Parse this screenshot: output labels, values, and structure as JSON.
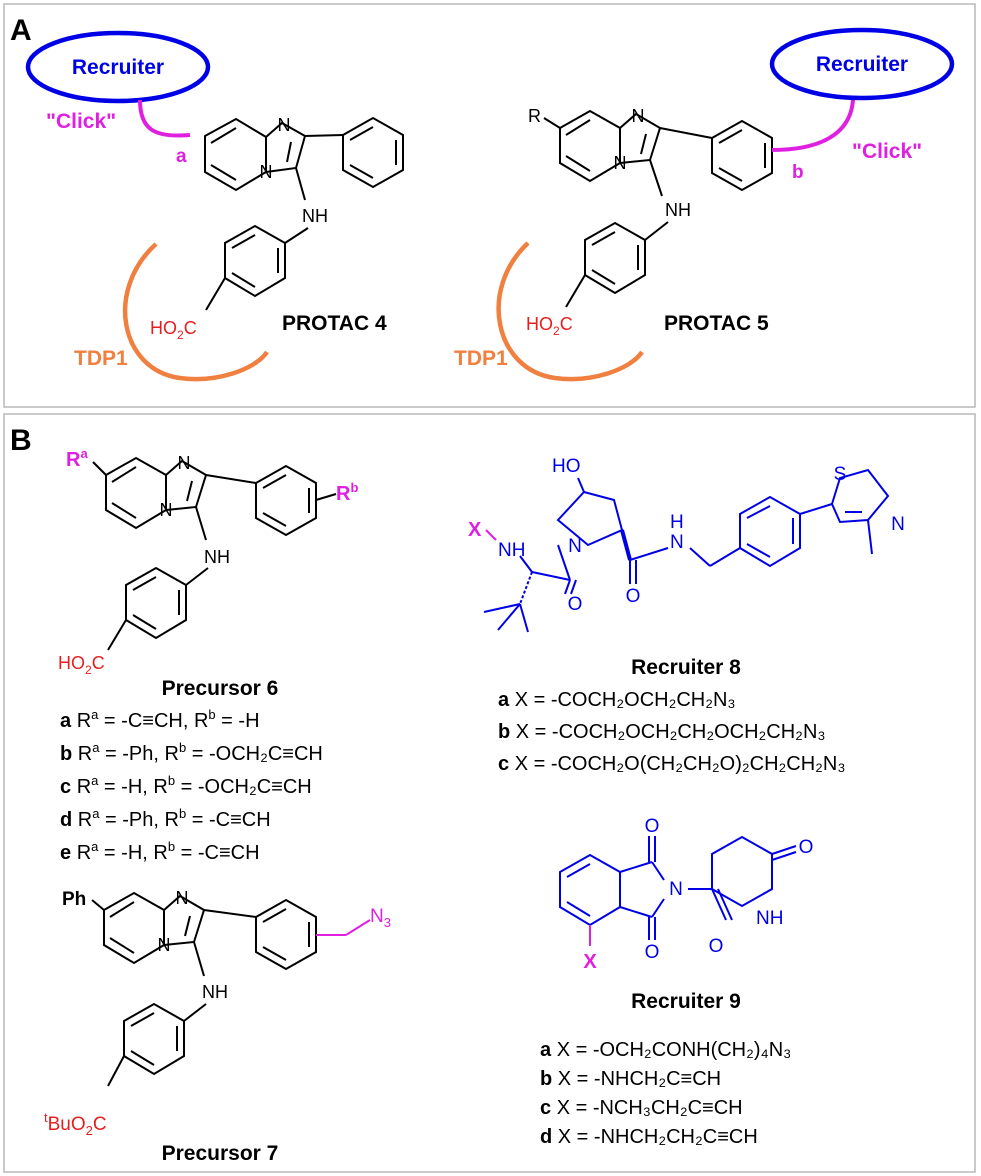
{
  "panel_a": {
    "label": "A",
    "recruiter_label": "Recruiter",
    "click_label": "\"Click\"",
    "tdp1_label": "TDP1",
    "site_a": "a",
    "site_b": "b",
    "substituent_r": "R",
    "nh": "NH",
    "n_atom": "N",
    "acid_1": "HO",
    "acid_2": "2",
    "acid_3": "C",
    "protac_4": "PROTAC 4",
    "protac_5": "PROTAC 5"
  },
  "panel_b": {
    "label": "B",
    "r_sym": "R",
    "sup_a": "a",
    "sup_b": "b",
    "precursor_6": {
      "title": "Precursor 6",
      "variants": [
        {
          "key": "a",
          "text": "= -C≡CH, R",
          "text2": " = -H"
        },
        {
          "key": "b",
          "text": "= -Ph, R",
          "text2": " = -OCH₂C≡CH"
        },
        {
          "key": "c",
          "text": "= -H, R",
          "text2": " = -OCH₂C≡CH"
        },
        {
          "key": "d",
          "text": "= -Ph, R",
          "text2": " = -C≡CH"
        },
        {
          "key": "e",
          "text": "= -H, R",
          "text2": " = -C≡CH"
        }
      ]
    },
    "precursor_7": {
      "title": "Precursor 7",
      "ph": "Ph",
      "n3": "N",
      "n3_sub": "3",
      "tbu_sup": "t",
      "ester_1": "BuO",
      "ester_2": "2",
      "ester_3": "C"
    },
    "recruiter_8": {
      "title": "Recruiter 8",
      "ho": "HO",
      "x": "X",
      "nh": "NH",
      "n": "N",
      "h": "H",
      "o": "O",
      "s": "S",
      "variants": [
        {
          "key": "a",
          "text": "X = -COCH₂OCH₂CH₂N₃"
        },
        {
          "key": "b",
          "text": "X = -COCH₂OCH₂CH₂OCH₂CH₂N₃"
        },
        {
          "key": "c",
          "text": "X = -COCH₂O(CH₂CH₂O)₂CH₂CH₂N₃"
        }
      ]
    },
    "recruiter_9": {
      "title": "Recruiter 9",
      "x": "X",
      "n": "N",
      "nh": "NH",
      "o": "O",
      "variants": [
        {
          "key": "a",
          "text": "X = -OCH₂CONH(CH₂)₄N₃"
        },
        {
          "key": "b",
          "text": "X = -NHCH₂C≡CH"
        },
        {
          "key": "c",
          "text": "X = -NCH₃CH₂C≡CH"
        },
        {
          "key": "d",
          "text": "X = -NHCH₂CH₂C≡CH"
        }
      ]
    }
  },
  "colors": {
    "black": "#000000",
    "blue": "#0000e6",
    "magenta": "#e020e0",
    "red": "#e61e1e",
    "orange": "#f08040",
    "frame": "#b8b8b8"
  }
}
